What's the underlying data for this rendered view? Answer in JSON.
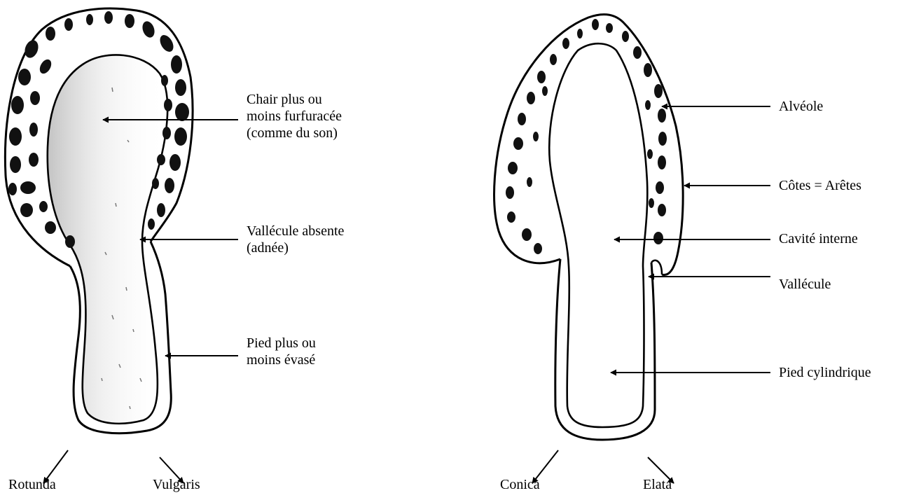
{
  "diagrams": [
    {
      "labels": {
        "chair": [
          "Chair plus ou",
          "moins furfuracée",
          "(comme du son)"
        ],
        "vallecule_absente": [
          "Vallécule absente",
          "(adnée)"
        ],
        "pied": [
          "Pied plus ou",
          "moins évasé"
        ]
      },
      "variants": [
        "Rotunda",
        "Vulgaris"
      ]
    },
    {
      "labels": {
        "alveole": "Alvéole",
        "cotes": "Côtes = Arêtes",
        "cavite": "Cavité interne",
        "vallecule": "Vallécule",
        "pied": "Pied cylindrique"
      },
      "variants": [
        "Conica",
        "Elata"
      ]
    }
  ],
  "colors": {
    "ink": "#000000",
    "shading": "#c8c8c8",
    "background": "#ffffff"
  }
}
